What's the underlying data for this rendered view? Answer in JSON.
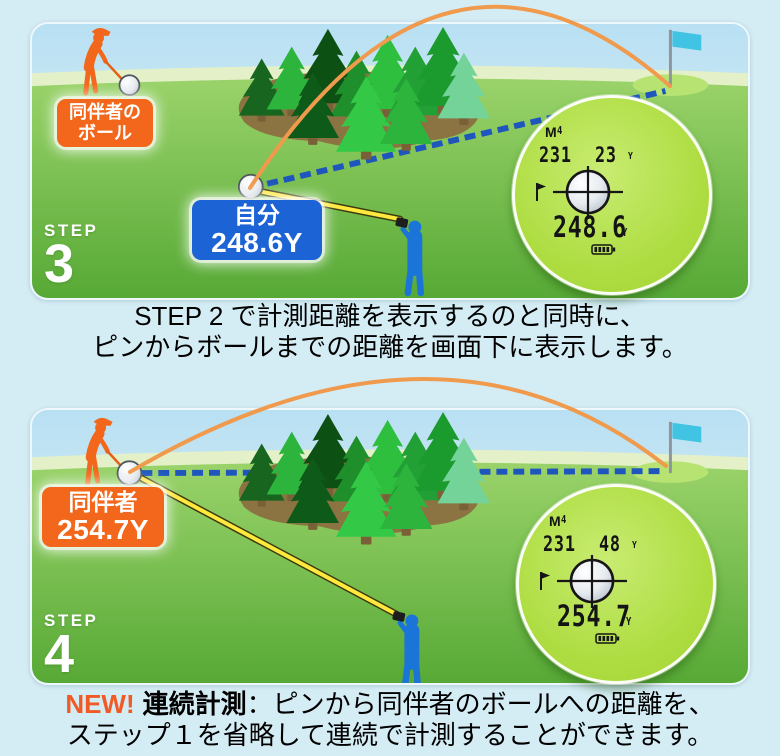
{
  "panels": [
    {
      "step_label": "STEP",
      "step_number": "3",
      "ball_tag_line1": "同伴者の",
      "ball_tag_line2": "ボール",
      "measure_line1": "自分",
      "measure_line2": "248.6Y",
      "viewfinder": {
        "mode_letter": "M",
        "mode_digit": "4",
        "value_left": "231",
        "value_right": "23",
        "unit": "Y",
        "bottom_value": "248.6",
        "bottom_unit": "Y"
      }
    },
    {
      "step_label": "STEP",
      "step_number": "4",
      "measure_line1": "同伴者",
      "measure_line2": "254.7Y",
      "viewfinder": {
        "mode_letter": "M",
        "mode_digit": "4",
        "value_left": "231",
        "value_right": "48",
        "unit": "Y",
        "bottom_value": "254.7",
        "bottom_unit": "Y"
      }
    }
  ],
  "captions": {
    "middle_line1": "STEP 2 で計測距離を表示するのと同時に、",
    "middle_line2": "ピンからボールまでの距離を画面下に表示します。",
    "bottom_new": "NEW!",
    "bottom_bold": "連続計測",
    "bottom_line1_rest": "：ピンから同伴者のボールへの距離を、",
    "bottom_line2": "ステップ１を省略して連続で計測することができます。"
  },
  "colors": {
    "page_bg": "#d4ecf4",
    "accent_orange": "#f2671c",
    "label_blue": "#1c63d6",
    "dash_blue": "#1e56be",
    "arc_orange": "#f09a4d",
    "flag_cyan": "#41c3e3",
    "viewfinder_green": "#aedd42",
    "new_orange": "#f15a24"
  }
}
